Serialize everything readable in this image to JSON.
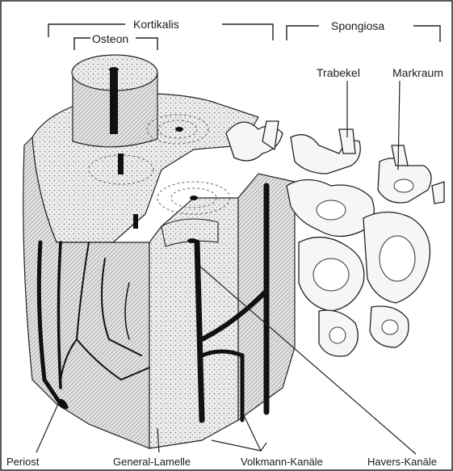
{
  "labels": {
    "kortikalis": "Kortikalis",
    "spongiosa": "Spongiosa",
    "osteon": "Osteon",
    "trabekel": "Trabekel",
    "markraum": "Markraum",
    "periost": "Periost",
    "general_lamelle": "General-Lamelle",
    "volkmann": "Volkmann-Kanäle",
    "havers": "Havers-Kanäle"
  },
  "colors": {
    "ink": "#1a1a1a",
    "bone_light": "#e6e6e6",
    "bone_mid": "#cfcfcf",
    "background": "#ffffff"
  }
}
